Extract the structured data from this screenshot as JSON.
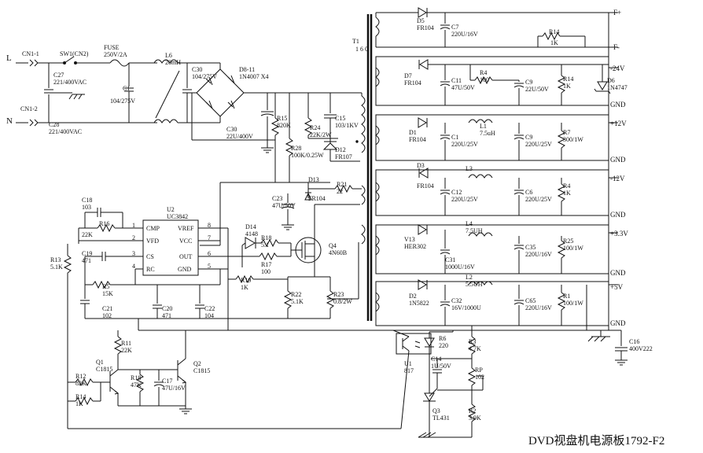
{
  "title": "DVD视盘机电源板1792-F2",
  "input": {
    "line": "L",
    "neutral": "N",
    "cn1_1": "CN1-1",
    "cn1_2": "CN1-2",
    "switch": "SW1(CN2)",
    "fuse": [
      "FUSE",
      "250V/2A"
    ],
    "c27": [
      "C27",
      "221/400VAC"
    ],
    "c28": [
      "C28",
      "221/400VAC"
    ],
    "c1": [
      "C1",
      "104/275V"
    ],
    "l6": [
      "L6",
      "20mH"
    ],
    "c30a": [
      "C30",
      "104/275V"
    ],
    "d8": [
      "D8-11",
      "1N4007 X4"
    ],
    "c30b": [
      "C30",
      "22U/400V"
    ]
  },
  "primary": {
    "r15": [
      "R15",
      "820K"
    ],
    "r28": [
      "R28",
      "100K/0.25W"
    ],
    "r24": [
      "R24",
      "22K/2W"
    ],
    "c15": [
      "C15",
      "103/1KV"
    ],
    "d12": [
      "D12",
      "FR107"
    ],
    "d13": [
      "D13",
      "FR104"
    ],
    "c23": [
      "C23",
      "47U/50V"
    ],
    "r21": [
      "R21",
      "22"
    ],
    "d14": [
      "D14",
      "4148"
    ],
    "r18": [
      "R18",
      "5.1"
    ],
    "r17": [
      "R17",
      "100"
    ],
    "q4": [
      "Q4",
      "4N60B"
    ],
    "r19": [
      "R19",
      "1K"
    ],
    "r22": [
      "R22",
      "5.1K"
    ],
    "r23": [
      "R23",
      "0.8/2W"
    ],
    "transformer": [
      "T1",
      "1 6 0"
    ]
  },
  "controller": {
    "name": [
      "U2",
      "UC3842"
    ],
    "pins_left": [
      "CMP",
      "VFD",
      "CS",
      "RC"
    ],
    "pins_right": [
      "VREF",
      "VCC",
      "OUT",
      "GND"
    ],
    "pin_numbers_left": [
      "1",
      "2",
      "3",
      "4"
    ],
    "pin_numbers_right": [
      "8",
      "7",
      "6",
      "5"
    ],
    "c18": [
      "C18",
      "103"
    ],
    "r16": [
      "R16",
      "22K"
    ],
    "r13": [
      "R13",
      "5.1K"
    ],
    "c19": [
      "C19",
      "471"
    ],
    "c21": [
      "C21",
      "102"
    ],
    "r5": [
      "R5",
      "15K"
    ],
    "c20": [
      "C20",
      "471"
    ],
    "c22": [
      "C22",
      "104"
    ]
  },
  "protection": {
    "r11": [
      "R11",
      "22K"
    ],
    "q1": [
      "Q1",
      "C1815"
    ],
    "r18b": [
      "R18",
      "47K"
    ],
    "c17": [
      "C17",
      "47U/16V"
    ],
    "q2": [
      "Q2",
      "C1815"
    ],
    "r12": [
      "R12",
      "82K"
    ],
    "r14b": [
      "R14",
      "1K"
    ]
  },
  "feedback": {
    "u1": [
      "U1",
      "817"
    ],
    "r6": [
      "R6",
      "220"
    ],
    "r3": [
      "R3",
      "4.7K"
    ],
    "c14": [
      "C14",
      "1U/50V"
    ],
    "rp": [
      "RP",
      "102"
    ],
    "q3": [
      "Q3",
      "TL431"
    ],
    "r2": [
      "R2",
      "3.9K"
    ],
    "c16": [
      "C16",
      "400V222"
    ]
  },
  "outputs": {
    "fplus": {
      "net": "F+",
      "d": [
        "D5",
        "FR104"
      ],
      "c": [
        "C7",
        "220U/16V"
      ]
    },
    "fminus": {
      "net": "F-",
      "r": [
        "R14",
        "1K"
      ]
    },
    "neg24": {
      "net": "-24V",
      "d": [
        "D7",
        "FR104"
      ],
      "c1": [
        "C11",
        "47U/50V"
      ],
      "r": [
        "R4",
        "100"
      ],
      "c2": [
        "C9",
        "22U/50V"
      ],
      "rl": [
        "R14",
        "1K"
      ],
      "z": [
        "D6",
        "1N4747"
      ]
    },
    "pos12": {
      "net": "+12V",
      "d": [
        "D1",
        "FR104"
      ],
      "c1": [
        "C1",
        "220U/25V"
      ],
      "l": [
        "L1",
        "7.5uH"
      ],
      "c2": [
        "C9",
        "220U/25V"
      ],
      "rl": [
        "R7",
        "300/1W"
      ]
    },
    "neg12": {
      "net": "-12V",
      "d": [
        "D3",
        "FR104"
      ],
      "c1": [
        "C12",
        "220U/25V"
      ],
      "l": [
        "L3",
        ""
      ],
      "c2": [
        "C6",
        "220U/25V"
      ],
      "rl": [
        "R4",
        "1K"
      ]
    },
    "pos33": {
      "net": "+3.3V",
      "d": [
        "V13",
        "HER302"
      ],
      "c1": [
        "C31",
        "1000U/16V"
      ],
      "l": [
        "L4",
        "7.5UH"
      ],
      "c2": [
        "C35",
        "220U/16V"
      ],
      "rl": [
        "R25",
        "100/1W"
      ]
    },
    "pos5": {
      "net": "+5V",
      "d": [
        "D2",
        "1N5822"
      ],
      "c1": [
        "C32",
        "16V/1000U"
      ],
      "l": [
        "L2",
        "5.5UH"
      ],
      "c2": [
        "C65",
        "220U/16V"
      ],
      "rl": [
        "R1",
        "100/1W"
      ]
    },
    "gnd": "GND"
  }
}
